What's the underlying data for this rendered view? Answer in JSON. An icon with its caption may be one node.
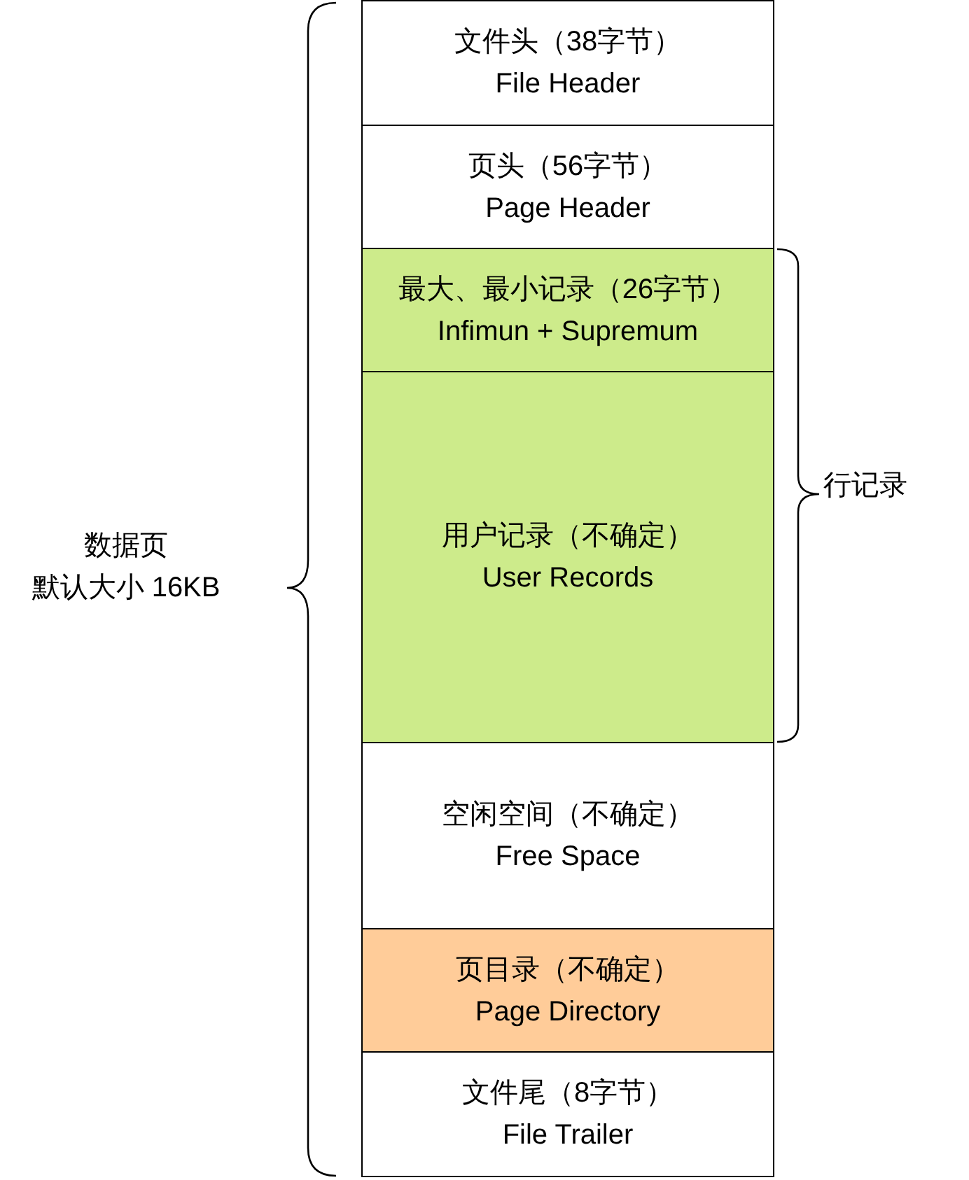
{
  "diagram": {
    "nodes": [
      {
        "text": [
          "文件头（38字节）",
          "File Header"
        ]
      },
      {
        "text": [
          "页头（56字节）",
          "Page Header"
        ]
      },
      {
        "text": [
          "最大、最小记录（26字节）",
          "Infimun + Supremum"
        ]
      },
      {
        "text": [
          "用户记录（不确定）",
          "User Records"
        ]
      },
      {
        "text": [
          "空闲空间（不确定）",
          "Free Space"
        ]
      },
      {
        "text": [
          "页目录（不确定）",
          "Page Directory"
        ]
      },
      {
        "text": [
          "文件尾（8字节）",
          "File Trailer"
        ]
      }
    ],
    "edges": [],
    "labels": [
      "数据页",
      "默认大小 16KB",
      "行记录"
    ]
  }
}
